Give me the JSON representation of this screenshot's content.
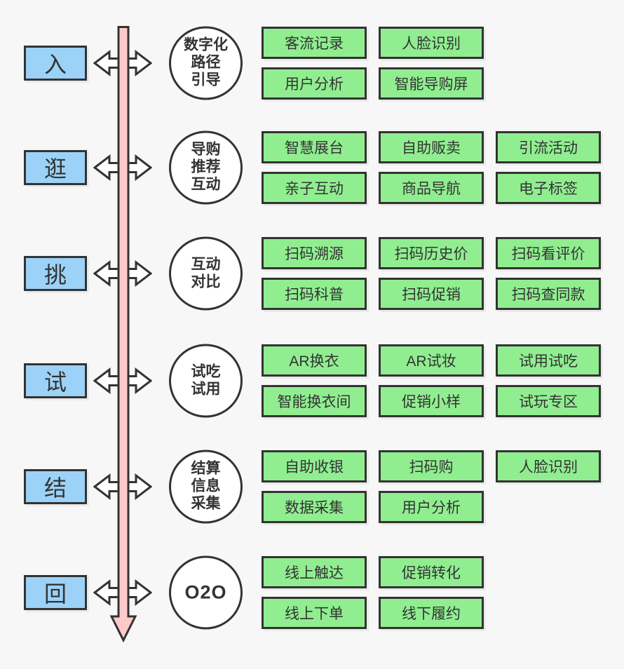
{
  "colors": {
    "background": "#f7f7f7",
    "border": "#333333",
    "stage-fill": "#9cd2f7",
    "item-fill": "#90ee90",
    "flow-fill": "#fdcaca",
    "connector-fill": "#ffffff",
    "text": "#333333"
  },
  "icons": {
    "vertical_flow": "down-arrow-icon",
    "connector": "double-headed-arrow-icon"
  },
  "rows": [
    {
      "stage": "入",
      "hub_lines": [
        "数字化",
        "路径",
        "引导"
      ],
      "item_rows": [
        [
          "客流记录",
          "人脸识别"
        ],
        [
          "用户分析",
          "智能导购屏"
        ]
      ]
    },
    {
      "stage": "逛",
      "hub_lines": [
        "导购",
        "推荐",
        "互动"
      ],
      "item_rows": [
        [
          "智慧展台",
          "自助贩卖",
          "引流活动"
        ],
        [
          "亲子互动",
          "商品导航",
          "电子标签"
        ]
      ]
    },
    {
      "stage": "挑",
      "hub_lines": [
        "互动",
        "对比"
      ],
      "item_rows": [
        [
          "扫码溯源",
          "扫码历史价",
          "扫码看评价"
        ],
        [
          "扫码科普",
          "扫码促销",
          "扫码查同款"
        ]
      ]
    },
    {
      "stage": "试",
      "hub_lines": [
        "试吃",
        "试用"
      ],
      "item_rows": [
        [
          "AR换衣",
          "AR试妆",
          "试用试吃"
        ],
        [
          "智能换衣间",
          "促销小样",
          "试玩专区"
        ]
      ]
    },
    {
      "stage": "结",
      "hub_lines": [
        "结算",
        "信息",
        "采集"
      ],
      "item_rows": [
        [
          "自助收银",
          "扫码购",
          "人脸识别"
        ],
        [
          "数据采集",
          "用户分析"
        ]
      ]
    },
    {
      "stage": "回",
      "hub_lines": [
        "O2O"
      ],
      "item_rows": [
        [
          "线上触达",
          "促销转化"
        ],
        [
          "线上下单",
          "线下履约"
        ]
      ]
    }
  ]
}
